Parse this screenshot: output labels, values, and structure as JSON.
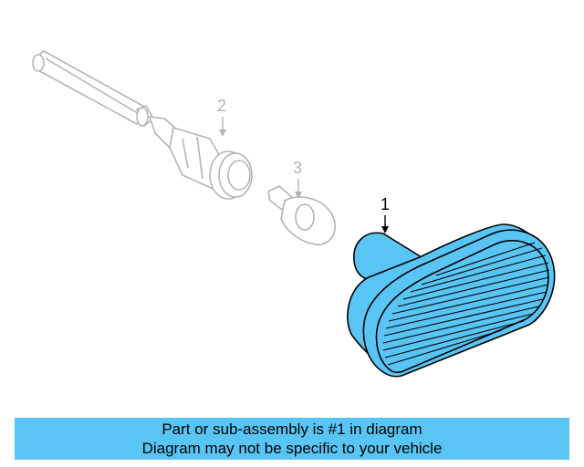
{
  "diagram": {
    "callouts": [
      "1",
      "2",
      "3"
    ],
    "highlight_color": "#59c5f5",
    "faded_color": "#b4b4b4"
  },
  "footer": {
    "line1": "Part or sub-assembly is #1 in diagram",
    "line2": "Diagram may not be specific to your vehicle",
    "background": "#59c5f5"
  }
}
